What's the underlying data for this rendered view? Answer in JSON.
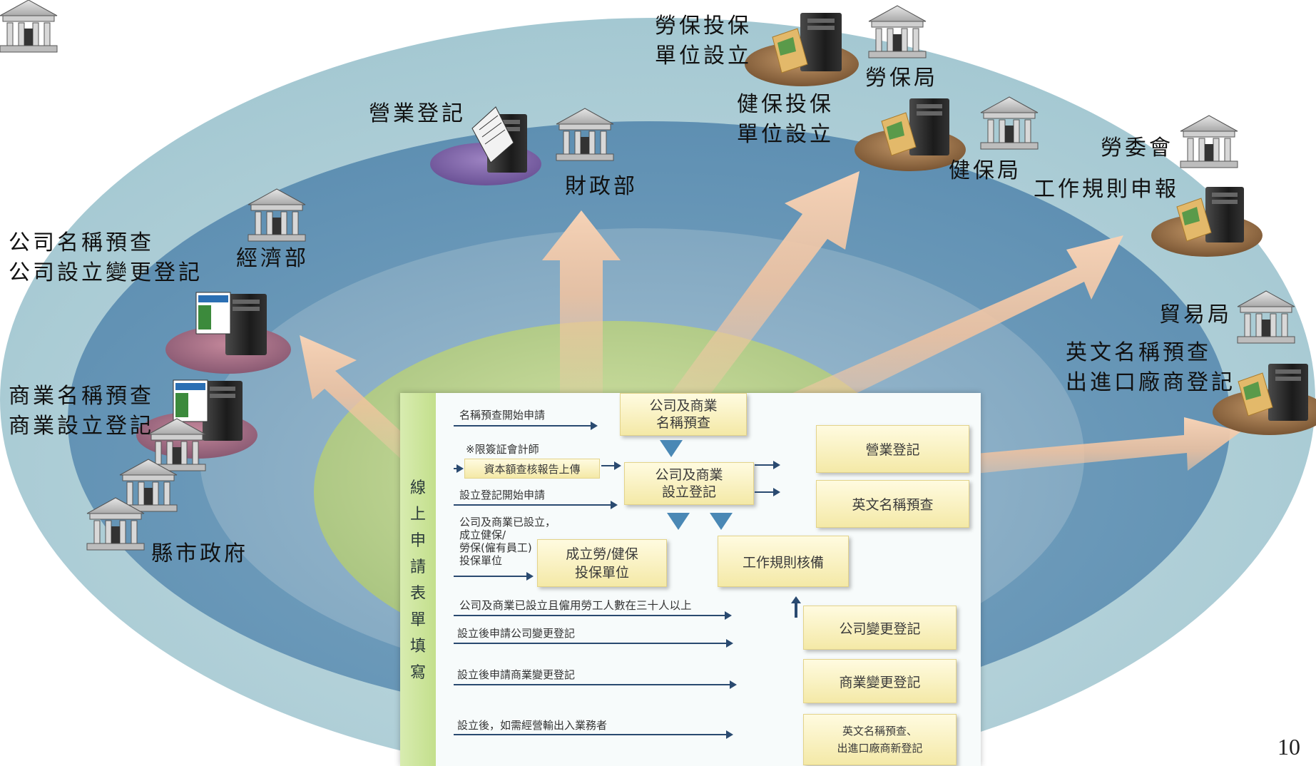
{
  "labels": {
    "labor_unit": [
      "勞保投保",
      "單位設立"
    ],
    "labor_bureau": "勞保局",
    "health_unit": [
      "健保投保",
      "單位設立"
    ],
    "health_bureau": "健保局",
    "business_reg": "營業登記",
    "finance_ministry": "財政部",
    "labor_council": "勞委會",
    "work_rules": "工作規則申報",
    "company_name": [
      "公司名稱預查",
      "公司設立變更登記"
    ],
    "economic_ministry": "經濟部",
    "trade_bureau": "貿易局",
    "english_name": [
      "英文名稱預查",
      "出進口廠商登記"
    ],
    "commerce_name": [
      "商業名稱預查",
      "商業設立登記"
    ],
    "county_gov": "縣市政府",
    "page_number": "10"
  },
  "flow": {
    "side_label": "線上申請表單填寫",
    "box_name_check": [
      "公司及商業",
      "名稱預查"
    ],
    "box_establish": [
      "公司及商業",
      "設立登記"
    ],
    "box_business_reg": "營業登記",
    "box_english_name": "英文名稱預查",
    "box_insurance": [
      "成立勞/健保",
      "投保單位"
    ],
    "box_work_rules": "工作規則核備",
    "box_company_change": "公司變更登記",
    "box_commerce_change": "商業變更登記",
    "box_export": [
      "英文名稱預查、",
      "出進口廠商新登記"
    ],
    "t_name_start": "名稱預查開始申請",
    "t_cpa": "※限簽証會計師",
    "t_capital": "資本額查核報告上傳",
    "t_setup_start": "設立登記開始申請",
    "t_established": [
      "公司及商業已設立，",
      "成立健保/",
      "勞保(僱有員工)",
      "投保單位"
    ],
    "t_thirty": "公司及商業已設立且僱用勞工人數在三十人以上",
    "t_company_change": "設立後申請公司變更登記",
    "t_commerce_change": "設立後申請商業變更登記",
    "t_export": "設立後，如需經營輸出入業務者"
  },
  "colors": {
    "outer_ring": "#a9ccd5",
    "ring2": "#6f9fbc",
    "ring3": "#8bb1c8",
    "core": "#b7cf8a",
    "arrow": "#f4cba9",
    "panel_side": "#c3df8c"
  }
}
